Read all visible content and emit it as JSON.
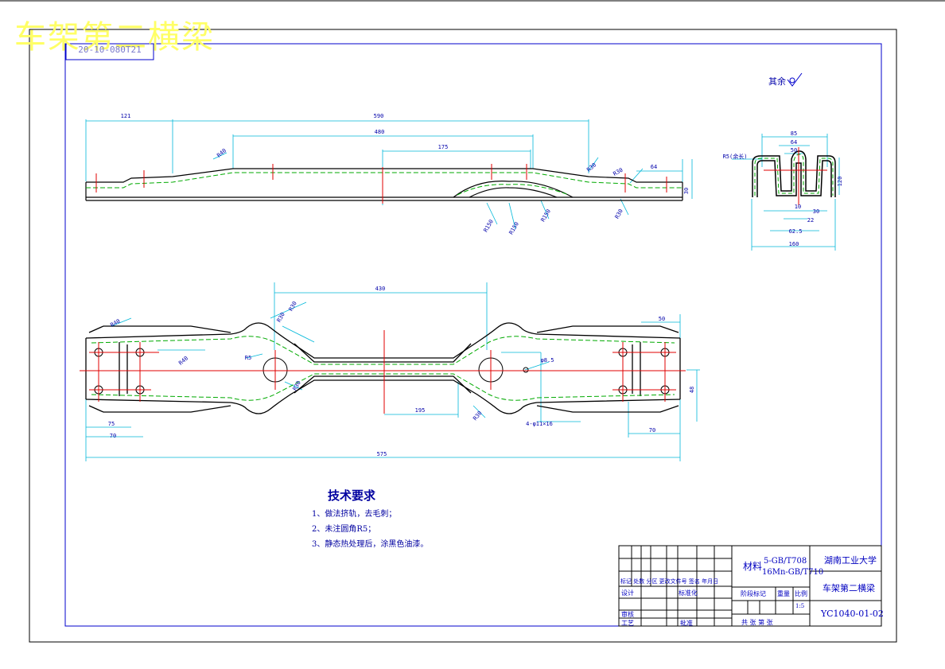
{
  "overlay_title": "车架第二横梁",
  "drawing_no_box": "20-10-080T21",
  "section_note": "其余",
  "side_view": {
    "dims": [
      "121",
      "590",
      "480",
      "175",
      "64",
      "30"
    ],
    "radii": [
      "R40",
      "R30",
      "R30",
      "R150",
      "R150",
      "R150",
      "R30"
    ]
  },
  "section_view": {
    "dims": [
      "85",
      "64",
      "50",
      "10",
      "30",
      "62.5",
      "120",
      "22",
      "160"
    ],
    "label": "R5(余长)"
  },
  "plan_view": {
    "dims": [
      "430",
      "195",
      "70",
      "75",
      "50",
      "575",
      "48",
      "70"
    ],
    "radii": [
      "R40",
      "R40",
      "R30",
      "R30",
      "R30",
      "R5",
      "R30"
    ],
    "holes": [
      "4-φ11×16",
      "φ8.5"
    ]
  },
  "tech_req": {
    "title": "技术要求",
    "items": [
      "1、做法挤轨，去毛刺；",
      "2、未注圆角R5；",
      "3、静态热处理后，涂黑色油漆。"
    ]
  },
  "title_block": {
    "material_label": "材料",
    "material_line1": "5-GB/T708",
    "material_line2": "16Mn-GB/T710",
    "university": "湖南工业大学",
    "part_name": "车架第二横梁",
    "drawing_code": "YC1040-01-02",
    "scale": "1:5",
    "rev_header": "标记 处数 分区 更改文件号 签名 年月日",
    "design_label": "设计",
    "standard_label": "标准化",
    "review_label": "审核",
    "process_label": "工艺",
    "approve_label": "批准",
    "stage_label": "阶段标记",
    "weight_label": "重量",
    "ratio_label": "比例",
    "sheets_label": "共   张  第   张"
  },
  "colors": {
    "outline": "#000000",
    "dimension": "#00b8d9",
    "hidden": "#00aa00",
    "center": "#e00000",
    "frame": "#0000cc",
    "text": "#0000aa"
  }
}
